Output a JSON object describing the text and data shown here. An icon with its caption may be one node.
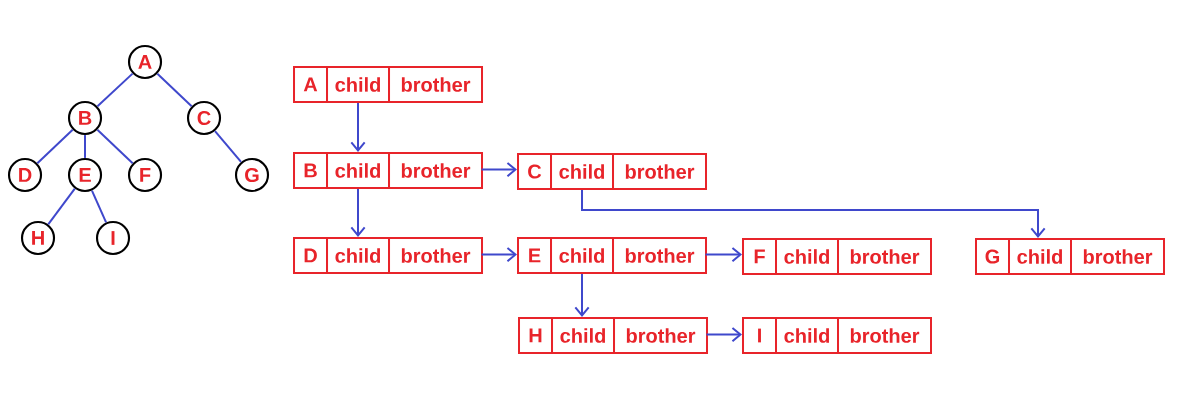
{
  "diagram": {
    "nodes": [
      {
        "text": [
          "A"
        ]
      },
      {
        "text": [
          "B"
        ]
      },
      {
        "text": [
          "C"
        ]
      },
      {
        "text": [
          "D"
        ]
      },
      {
        "text": [
          "E"
        ]
      },
      {
        "text": [
          "F"
        ]
      },
      {
        "text": [
          "G"
        ]
      },
      {
        "text": [
          "H"
        ]
      },
      {
        "text": [
          "I"
        ]
      },
      {
        "text": [
          "A",
          "child",
          "brother"
        ]
      },
      {
        "text": [
          "B",
          "child",
          "brother"
        ]
      },
      {
        "text": [
          "C",
          "child",
          "brother"
        ]
      },
      {
        "text": [
          "D",
          "child",
          "brother"
        ]
      },
      {
        "text": [
          "E",
          "child",
          "brother"
        ]
      },
      {
        "text": [
          "F",
          "child",
          "brother"
        ]
      },
      {
        "text": [
          "G",
          "child",
          "brother"
        ]
      },
      {
        "text": [
          "H",
          "child",
          "brother"
        ]
      },
      {
        "text": [
          "I",
          "child",
          "brother"
        ]
      }
    ],
    "edges": [
      {
        "from": 0,
        "to": 1,
        "arrow": "none"
      },
      {
        "from": 0,
        "to": 2,
        "arrow": "none"
      },
      {
        "from": 1,
        "to": 3,
        "arrow": "none"
      },
      {
        "from": 1,
        "to": 4,
        "arrow": "none"
      },
      {
        "from": 1,
        "to": 5,
        "arrow": "none"
      },
      {
        "from": 2,
        "to": 6,
        "arrow": "none"
      },
      {
        "from": 4,
        "to": 7,
        "arrow": "none"
      },
      {
        "from": 4,
        "to": 8,
        "arrow": "none"
      },
      {
        "from": 9,
        "to": 10,
        "arrow": "to"
      },
      {
        "from": 10,
        "to": 11,
        "arrow": "to"
      },
      {
        "from": 10,
        "to": 12,
        "arrow": "to"
      },
      {
        "from": 11,
        "to": 15,
        "arrow": "to"
      },
      {
        "from": 12,
        "to": 13,
        "arrow": "to"
      },
      {
        "from": 13,
        "to": 14,
        "arrow": "to"
      },
      {
        "from": 13,
        "to": 16,
        "arrow": "to"
      },
      {
        "from": 16,
        "to": 17,
        "arrow": "to"
      }
    ]
  }
}
